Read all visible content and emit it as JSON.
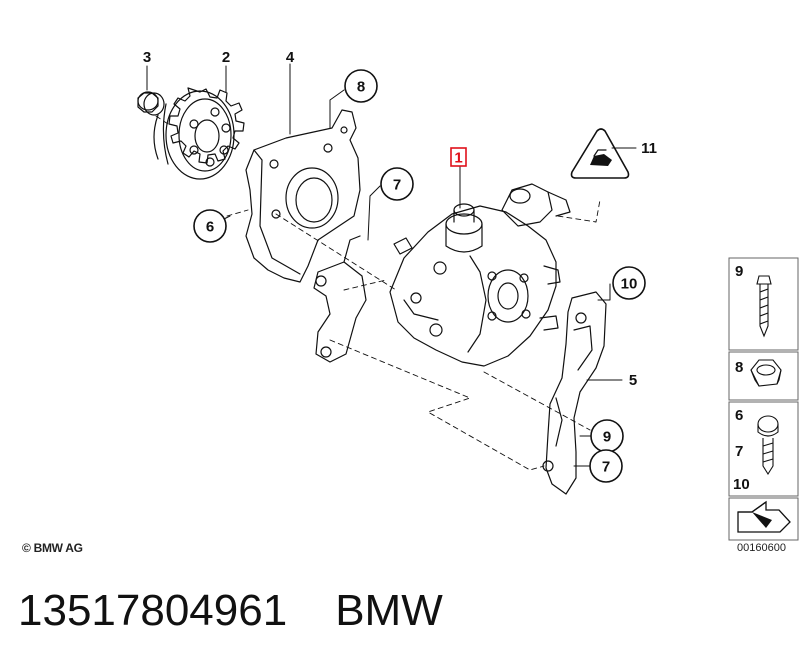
{
  "diagram": {
    "callouts": {
      "c1": "1",
      "c2": "2",
      "c3": "3",
      "c4": "4",
      "c5": "5",
      "c6": "6",
      "c7a": "7",
      "c7b": "7",
      "c8": "8",
      "c9": "9",
      "c10": "10",
      "c11": "11"
    },
    "legend": {
      "l9": "9",
      "l8": "8",
      "l6": "6",
      "l7": "7",
      "l10": "10"
    },
    "copyright": "© BMW AG",
    "diagram_id": "00160600"
  },
  "caption": {
    "part_number": "13517804961",
    "brand": "BMW"
  },
  "colors": {
    "line": "#111111",
    "highlight": "#e0101a",
    "legend_border": "#444444",
    "legend_bg": "#ffffff"
  }
}
